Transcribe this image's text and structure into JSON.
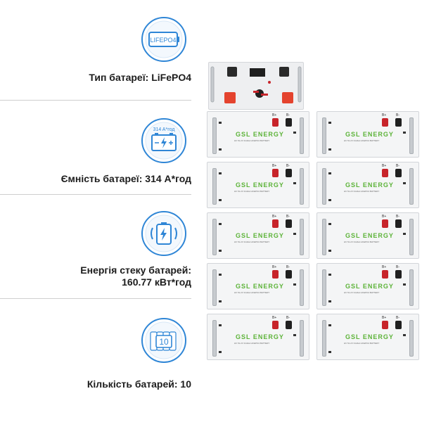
{
  "specs": [
    {
      "label": "Тип батареї: LiFePO4",
      "icon": "battery-chemistry-icon",
      "icon_text": "LIFEPO4"
    },
    {
      "label": "Ємність батареї: 314 А*год",
      "icon": "battery-capacity-icon",
      "icon_text": "314 A*год"
    },
    {
      "label_lines": [
        "Енергія стеку батарей:",
        "160.77 кВт*год"
      ],
      "icon": "battery-charging-icon"
    },
    {
      "label": "Кількість батарей: 10",
      "icon": "battery-count-icon",
      "icon_text": "10"
    }
  ],
  "battery_module": {
    "brand": "GSL ENERGY",
    "model": "HV 51.2V 314AH LIFEPO4 BATTERY",
    "terminal_positive": "B+",
    "terminal_negative": "B-"
  },
  "module_count": 10,
  "colors": {
    "accent_blue": "#2f86d6",
    "brand_green": "#5cb338",
    "terminal_red": "#c7242a"
  }
}
